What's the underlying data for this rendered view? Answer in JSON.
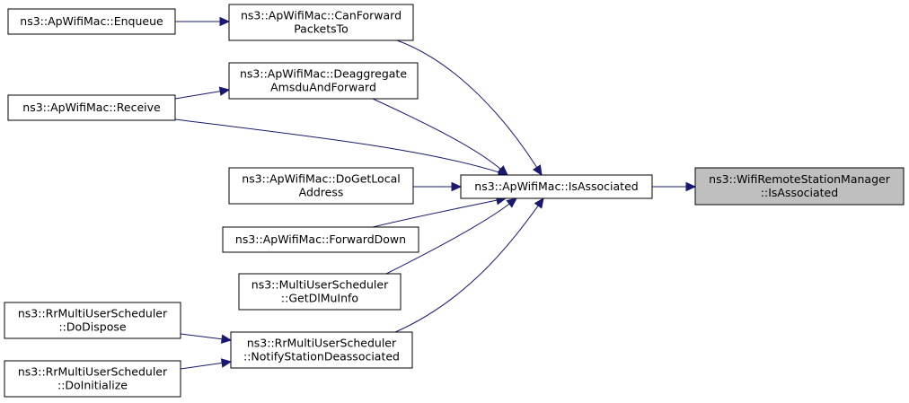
{
  "graph": {
    "nodes": [
      {
        "id": "enqueue",
        "lines": [
          "ns3::ApWifiMac::Enqueue"
        ]
      },
      {
        "id": "canforward",
        "lines": [
          "ns3::ApWifiMac::CanForward",
          "PacketsTo"
        ]
      },
      {
        "id": "receive",
        "lines": [
          "ns3::ApWifiMac::Receive"
        ]
      },
      {
        "id": "deaggregate",
        "lines": [
          "ns3::ApWifiMac::Deaggregate",
          "AmsduAndForward"
        ]
      },
      {
        "id": "dogetlocal",
        "lines": [
          "ns3::ApWifiMac::DoGetLocal",
          "Address"
        ]
      },
      {
        "id": "forwarddown",
        "lines": [
          "ns3::ApWifiMac::ForwardDown"
        ]
      },
      {
        "id": "getdlmuinfo",
        "lines": [
          "ns3::MultiUserScheduler",
          "::GetDlMuInfo"
        ]
      },
      {
        "id": "dodispose",
        "lines": [
          "ns3::RrMultiUserScheduler",
          "::DoDispose"
        ]
      },
      {
        "id": "doinitialize",
        "lines": [
          "ns3::RrMultiUserScheduler",
          "::DoInitialize"
        ]
      },
      {
        "id": "notify",
        "lines": [
          "ns3::RrMultiUserScheduler",
          "::NotifyStationDeassociated"
        ]
      },
      {
        "id": "isassociated",
        "lines": [
          "ns3::ApWifiMac::IsAssociated"
        ]
      },
      {
        "id": "remote",
        "lines": [
          "ns3::WifiRemoteStationManager",
          "::IsAssociated"
        ],
        "focus": true
      }
    ],
    "edges": [
      {
        "from": "enqueue",
        "to": "canforward"
      },
      {
        "from": "receive",
        "to": "deaggregate"
      },
      {
        "from": "canforward",
        "to": "isassociated"
      },
      {
        "from": "deaggregate",
        "to": "isassociated"
      },
      {
        "from": "receive",
        "to": "isassociated"
      },
      {
        "from": "dogetlocal",
        "to": "isassociated"
      },
      {
        "from": "forwarddown",
        "to": "isassociated"
      },
      {
        "from": "getdlmuinfo",
        "to": "isassociated"
      },
      {
        "from": "notify",
        "to": "isassociated"
      },
      {
        "from": "dodispose",
        "to": "notify"
      },
      {
        "from": "doinitialize",
        "to": "notify"
      },
      {
        "from": "isassociated",
        "to": "remote"
      }
    ],
    "colors": {
      "edge": "#191970",
      "focus_fill": "#bfbfbf",
      "node_fill": "#ffffff"
    }
  }
}
